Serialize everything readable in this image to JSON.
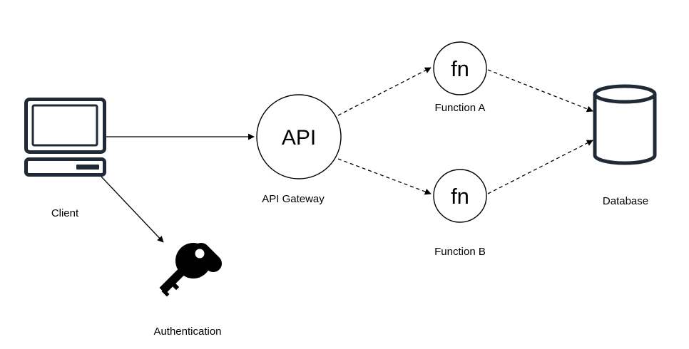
{
  "nodes": {
    "client": {
      "label": "Client"
    },
    "authentication": {
      "label": "Authentication"
    },
    "api_gateway": {
      "text": "API",
      "label": "API Gateway"
    },
    "function_a": {
      "text": "fn",
      "label": "Function A"
    },
    "function_b": {
      "text": "fn",
      "label": "Function B"
    },
    "database": {
      "label": "Database"
    }
  },
  "edges": [
    {
      "from": "client",
      "to": "api_gateway",
      "style": "solid"
    },
    {
      "from": "client",
      "to": "authentication",
      "style": "solid"
    },
    {
      "from": "api_gateway",
      "to": "function_a",
      "style": "dashed"
    },
    {
      "from": "api_gateway",
      "to": "function_b",
      "style": "dashed"
    },
    {
      "from": "function_a",
      "to": "database",
      "style": "dashed"
    },
    {
      "from": "function_b",
      "to": "database",
      "style": "dashed"
    }
  ],
  "colors": {
    "stroke": "#1a1a1a",
    "icon_dark": "#1f2a36",
    "key": "#000000"
  }
}
